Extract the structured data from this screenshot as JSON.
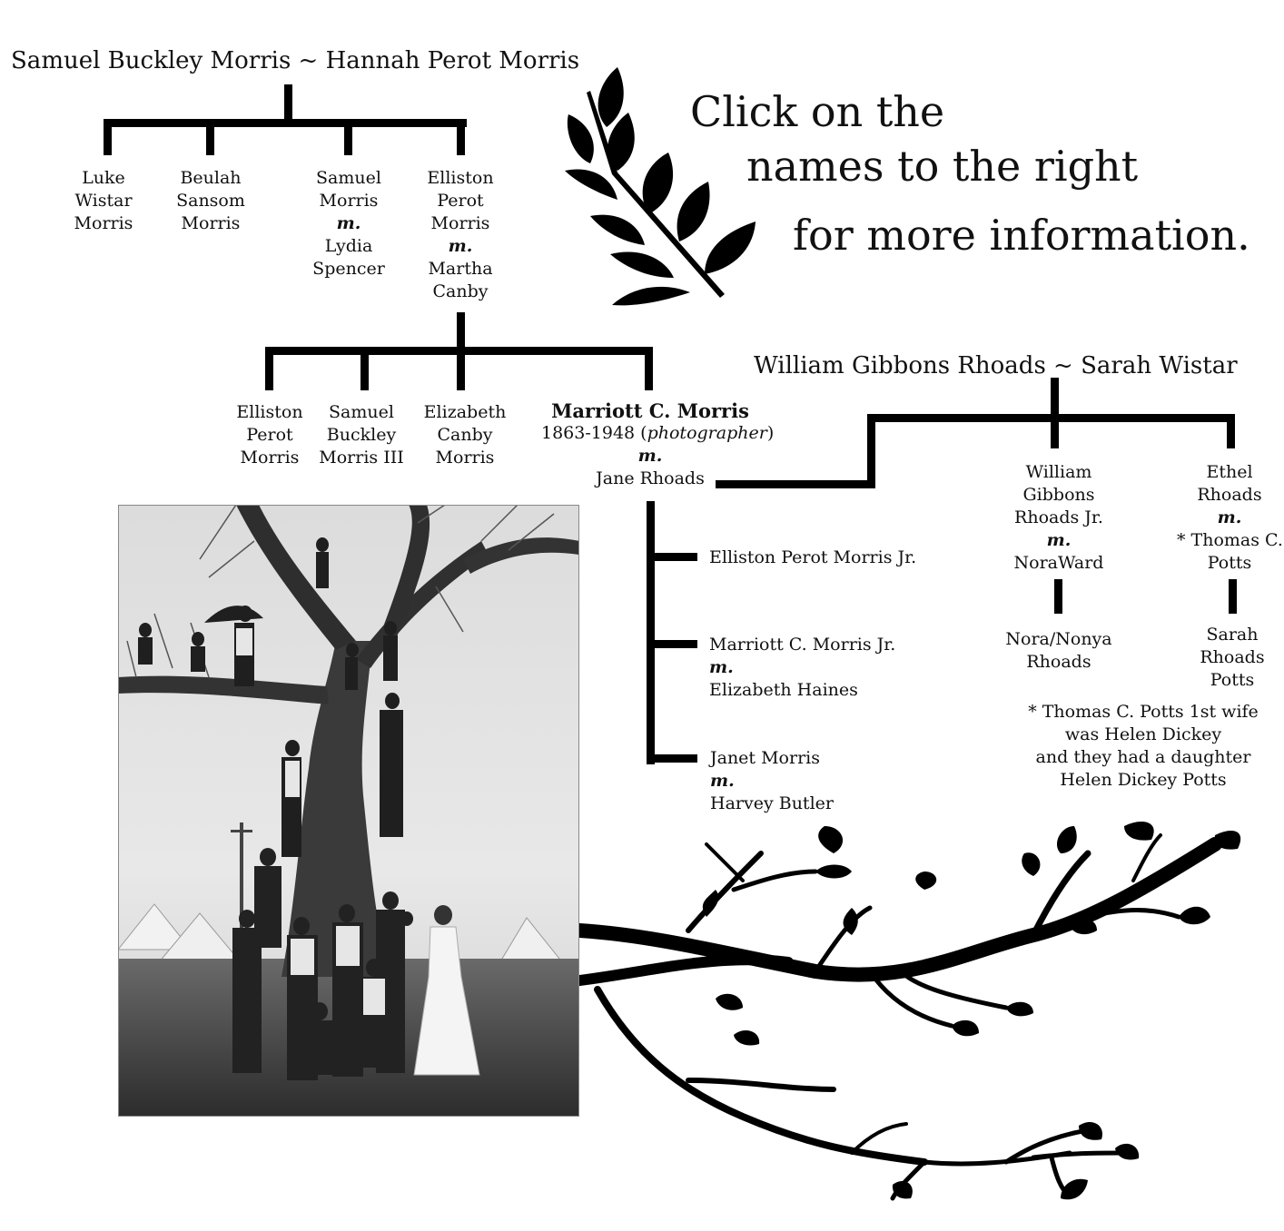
{
  "morris_couple": "Samuel Buckley Morris ~ Hannah Perot Morris",
  "gen1": {
    "luke": [
      "Luke",
      "Wistar",
      "Morris"
    ],
    "beulah": [
      "Beulah",
      "Sansom",
      "Morris"
    ],
    "samuel": [
      "Samuel",
      "Morris"
    ],
    "samuel_spouse": [
      "Lydia",
      "Spencer"
    ],
    "elliston": [
      "Elliston",
      "Perot",
      "Morris"
    ],
    "elliston_spouse": [
      "Martha",
      "Canby"
    ]
  },
  "married_marker": "m.",
  "gen2": {
    "elliston": [
      "Elliston",
      "Perot",
      "Morris"
    ],
    "samuel": [
      "Samuel",
      "Buckley",
      "Morris III"
    ],
    "elizabeth": [
      "Elizabeth",
      "Canby",
      "Morris"
    ],
    "marriott_name": "Marriott C. Morris",
    "marriott_years": "1863-1948 (",
    "marriott_role": "photographer",
    "marriott_close": ")",
    "marriott_spouse": "Jane Rhoads"
  },
  "marriott_children": {
    "elliston_jr": "Elliston Perot Morris Jr.",
    "marriott_jr": "Marriott C. Morris Jr.",
    "marriott_jr_spouse": "Elizabeth Haines",
    "janet": "Janet Morris",
    "janet_spouse": "Harvey Butler"
  },
  "rhoads_couple": "William Gibbons Rhoads ~ Sarah Wistar",
  "rhoads_children": {
    "william": [
      "William",
      "Gibbons",
      "Rhoads Jr."
    ],
    "william_spouse": "NoraWard",
    "ethel": [
      "Ethel",
      "Rhoads"
    ],
    "ethel_spouse": [
      "* Thomas C.",
      "Potts"
    ],
    "nora": [
      "Nora/Nonya",
      "Rhoads"
    ],
    "sarah": [
      "Sarah",
      "Rhoads",
      "Potts"
    ]
  },
  "footnote": [
    "* Thomas C. Potts 1st wife",
    "was Helen Dickey",
    "and they had a daughter",
    "Helen Dickey Potts"
  ],
  "cta": [
    "Click on the",
    "names to the right",
    "for more information."
  ],
  "icons": {
    "leaf_spray": "leaf-spray-icon",
    "branch": "branch-icon"
  },
  "photo_subject": "group-photograph",
  "colors": {
    "ink": "#000000",
    "paper": "#ffffff"
  }
}
